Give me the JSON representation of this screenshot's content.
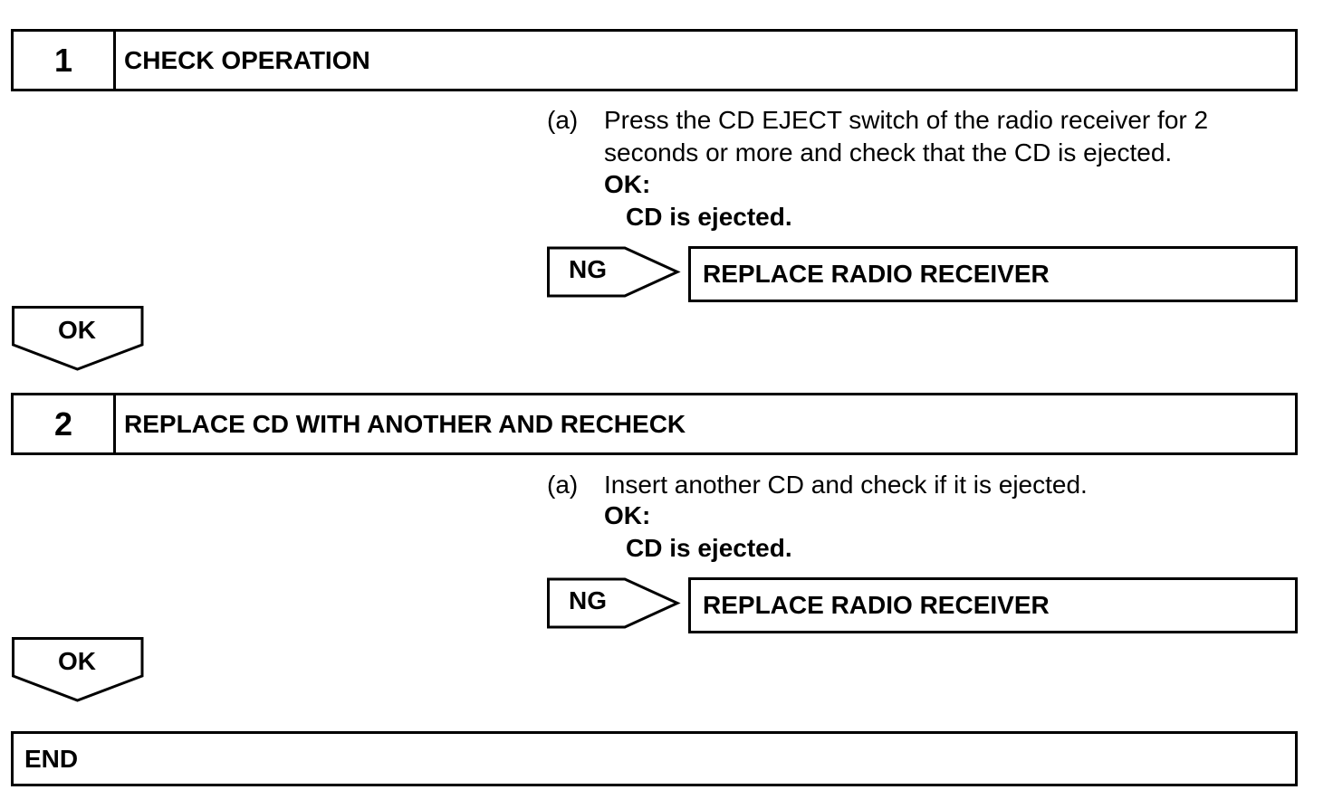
{
  "steps": [
    {
      "number": "1",
      "title": "CHECK OPERATION",
      "instruction_label": "(a)",
      "instruction_text": "Press the CD EJECT switch of the radio receiver for 2 seconds or more and check that the CD is ejected.",
      "ok_header": "OK:",
      "ok_value": "CD is ejected.",
      "ng_label": "NG",
      "ng_action": "REPLACE RADIO RECEIVER",
      "ok_label": "OK"
    },
    {
      "number": "2",
      "title": "REPLACE CD WITH ANOTHER AND RECHECK",
      "instruction_label": "(a)",
      "instruction_text": "Insert another CD and check if it is ejected.",
      "ok_header": "OK:",
      "ok_value": "CD is ejected.",
      "ng_label": "NG",
      "ng_action": "REPLACE RADIO RECEIVER",
      "ok_label": "OK"
    }
  ],
  "end_label": "END"
}
